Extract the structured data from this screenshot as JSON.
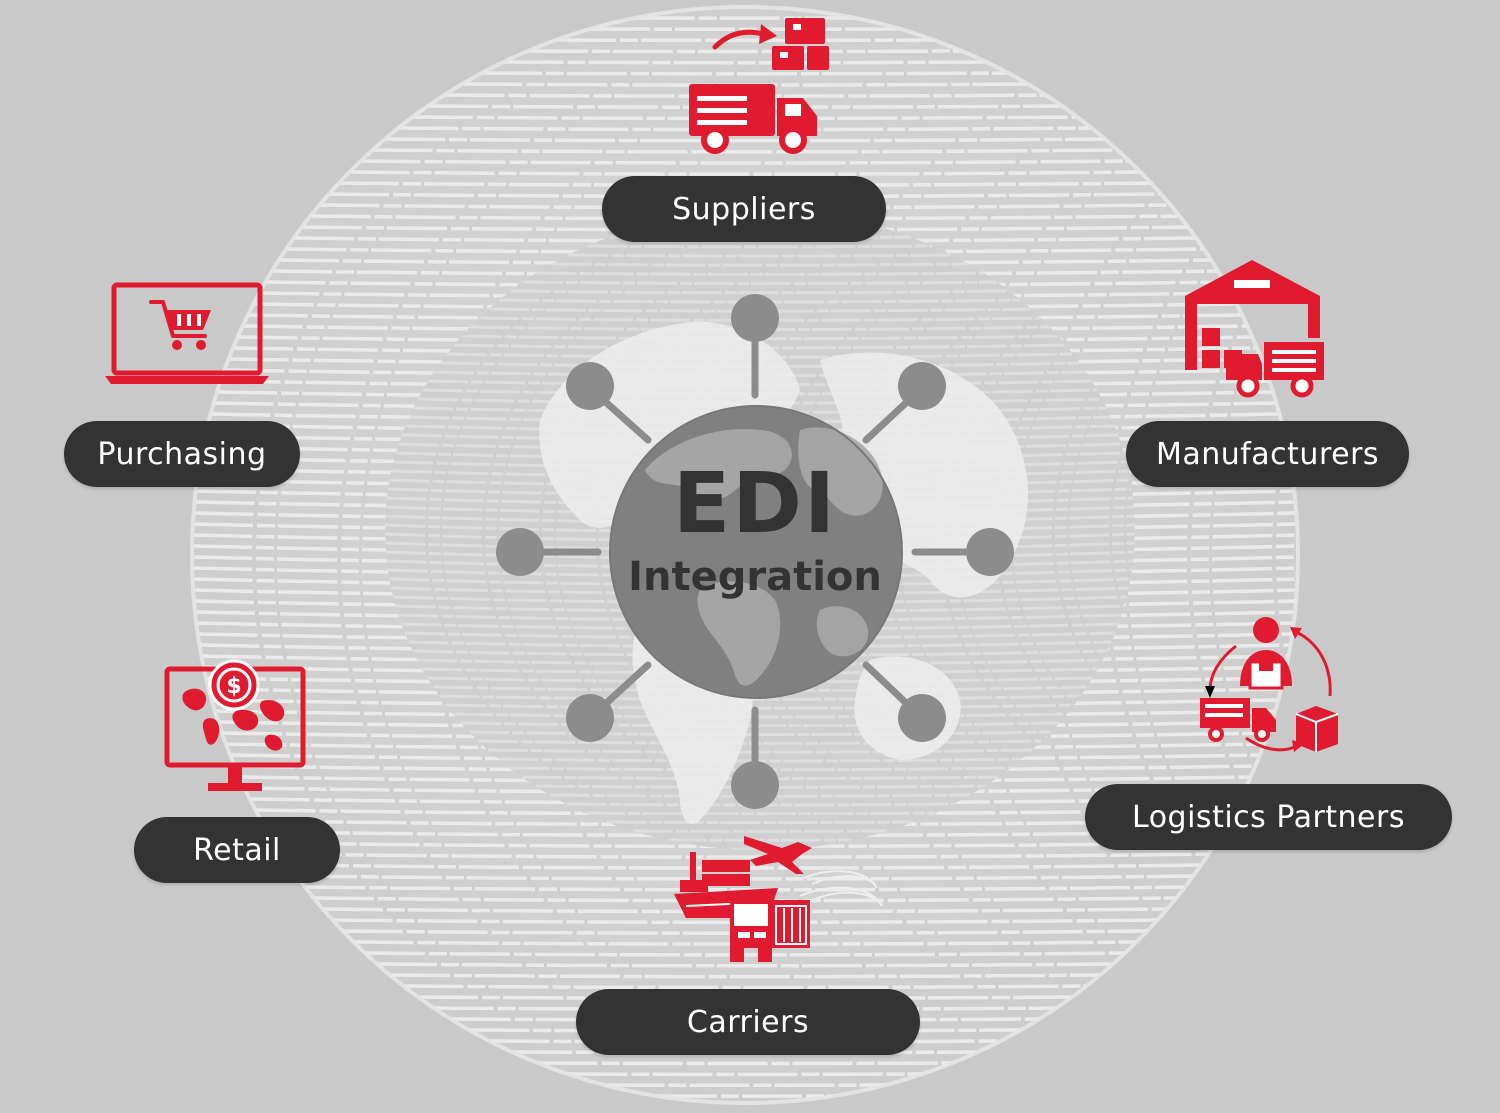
{
  "center": {
    "title": "EDI",
    "subtitle": "Integration"
  },
  "nodes": {
    "suppliers": {
      "label": "Suppliers",
      "icon": "delivery-truck-boxes-icon"
    },
    "purchasing": {
      "label": "Purchasing",
      "icon": "laptop-shopping-cart-icon"
    },
    "manufacturers": {
      "label": "Manufacturers",
      "icon": "warehouse-truck-icon"
    },
    "logistics": {
      "label": "Logistics Partners",
      "icon": "logistics-cycle-icon"
    },
    "retail": {
      "label": "Retail",
      "icon": "monitor-world-dollar-icon"
    },
    "carriers": {
      "label": "Carriers",
      "icon": "ship-plane-truck-icon"
    }
  },
  "colors": {
    "background": "#c9c9c9",
    "pill": "#333333",
    "pill_text": "#ffffff",
    "accent": "#e01b2f",
    "hub": "#808080",
    "hub_node": "#8c8c8c",
    "title_text": "#333333"
  }
}
